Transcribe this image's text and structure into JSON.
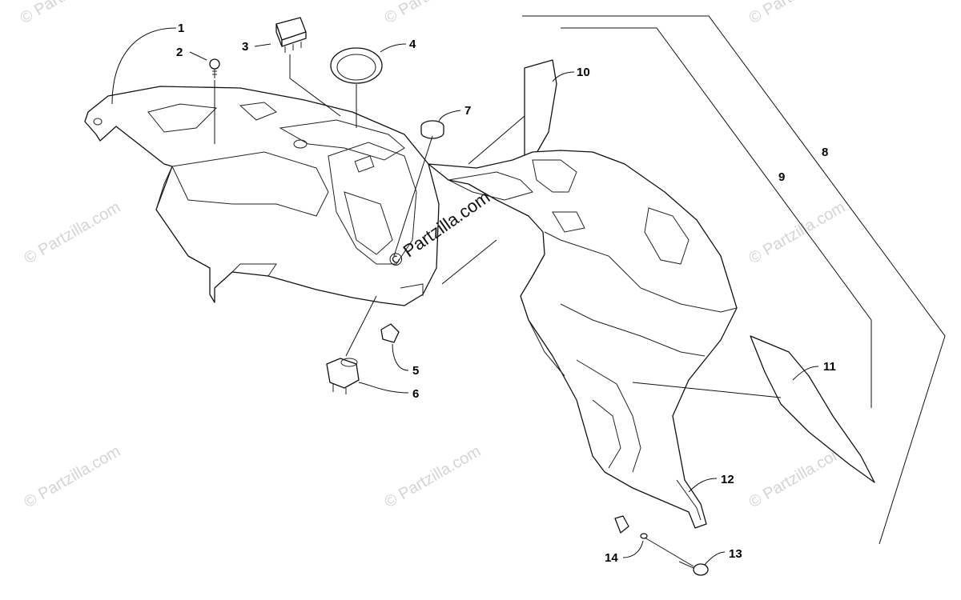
{
  "watermark": {
    "text": "© Partzilla.com",
    "center_text": "© Partzilla.com",
    "color": "#d4d4d4"
  },
  "callouts": [
    "1",
    "2",
    "3",
    "4",
    "5",
    "6",
    "7",
    "8",
    "9",
    "10",
    "11",
    "12",
    "13",
    "14"
  ],
  "colors": {
    "line": "#111111",
    "background": "#ffffff"
  }
}
